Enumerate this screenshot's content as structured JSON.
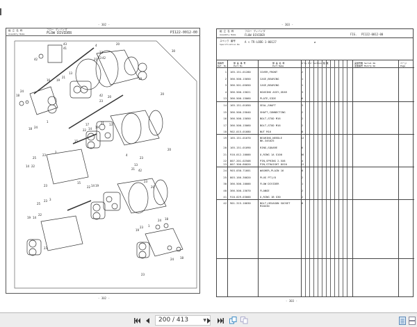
{
  "viewer": {
    "current_page": "200",
    "total_pages": "413",
    "page_indicator": "200 / 413",
    "controls": {
      "first_page": "first-page-icon",
      "prev_page": "prev-page-icon",
      "next_page": "next-page-icon",
      "last_page": "last-page-icon",
      "single_page_view": "single-page-icon",
      "two_page_view": "two-page-icon",
      "list_view": "list-view-icon",
      "thumbnail_view": "thumbnail-view-icon"
    }
  },
  "left_page": {
    "page_number_top": "- 302 -",
    "page_number_bottom": "- 302 -",
    "header": {
      "assembly_label_jp": "組 立 名 称",
      "assembly_label_en": "Assembly   Name",
      "name_jp": "フロー ディバイダ",
      "name_en": "FLOW DIVIDER",
      "code": "PI122-0012-00"
    },
    "callouts": [
      "43",
      "41",
      "42",
      "4",
      "20",
      "23",
      "21",
      "13",
      "42",
      "30",
      "16",
      "19",
      "21",
      "13",
      "19",
      "24",
      "18",
      "42",
      "20",
      "23",
      "20",
      "1",
      "17",
      "24",
      "18",
      "22",
      "14",
      "19",
      "21",
      "13",
      "15",
      "2",
      "25",
      "23",
      "14",
      "22",
      "4",
      "13",
      "21",
      "23",
      "20",
      "42",
      "23",
      "23",
      "20",
      "15",
      "19",
      "14",
      "22",
      "25",
      "23",
      "3",
      "23",
      "23",
      "1",
      "19",
      "24",
      "18",
      "24",
      "18",
      "23"
    ]
  },
  "right_page": {
    "page_number_top": "- 303 -",
    "page_number_bottom": "- 303 -",
    "header": {
      "assembly_label_jp": "組 立 名 称",
      "assembly_label_en": "Assembly Name",
      "name_jp": "フロー ディバイダ",
      "name_en": "FLOW DIVIDER",
      "fig_label": "FIG.",
      "fig_code": "PI122-0012-00",
      "spec_label_jp": "スペック 番号",
      "spec_label_en": "Specification No",
      "spec_value": "A < TR-LODE-1-00127",
      "spec_extra": "≥"
    },
    "columns": {
      "ref_no_jp": "図番号",
      "ref_no_en": "Ref. No",
      "part_no_jp": "部 品 番 号",
      "part_no_en": "Part  No",
      "part_name_jp": "部 品 名 称",
      "part_name_en": "Part Name",
      "qty_header": "Q'ty Per Section 個 数",
      "qty_sub": [
        "A",
        "B",
        "C",
        "D",
        "E",
        "F",
        "G",
        "H",
        "I",
        "J",
        "K",
        "L",
        "M",
        "N"
      ],
      "serial_jp": "実施号機",
      "serial_en": "Serial No",
      "model_jp": "変更番号",
      "model_en": "Modify No",
      "page_jp": "ページ",
      "page_en": "Page"
    },
    "parts": [
      {
        "ref": "1",
        "part_no": "165-151-01280",
        "name": "COVER,FRONT",
        "qty": "2"
      },
      {
        "ref": "2",
        "part_no": "366-500-15050",
        "name": "CASE,BEARING",
        "qty": "1"
      },
      {
        "ref": "3",
        "part_no": "366-501-05050",
        "name": "CASE,BEARING",
        "qty": "1"
      },
      {
        "ref": "4",
        "part_no": "366-500-15021",
        "name": "HOUSING ASSY,GEAR",
        "qty": "3"
      },
      {
        "ref": "13",
        "part_no": "366-500-15060",
        "name": "PLATE,SIDE",
        "qty": "6"
      },
      {
        "ref": "14",
        "part_no": "165-151-01050",
        "name": "SEAL,SHAFT",
        "qty": "3"
      },
      {
        "ref": "15",
        "part_no": "366-500-25040",
        "name": "SHAFT,CONNECTING",
        "qty": "2"
      },
      {
        "ref": "16",
        "part_no": "366-500-15050",
        "name": "BOLT,STUD M16",
        "qty": "2"
      },
      {
        "ref": "17",
        "part_no": "366-500-15060",
        "name": "BOLT,STUD M16",
        "qty": "2"
      },
      {
        "ref": "18",
        "part_no": "902-015-01680",
        "name": "NUT M16",
        "qty": "8"
      },
      {
        "ref": "19",
        "part_no": "165-151-01070",
        "name": "BEARING,NEEDLE",
        "name2": "NK-34S025",
        "qty": "12"
      },
      {
        "ref": "20",
        "part_no": "165-151-01090",
        "name": "RING,SQUARE",
        "qty": "6"
      },
      {
        "ref": "21",
        "part_no": "910-012-10000",
        "name": "O,RING 1A G100",
        "qty": "36"
      },
      {
        "ref": "22",
        "part_no": "807-201-02508",
        "name": "PIN,SPRING 2.5X8",
        "qty": "4"
      },
      {
        "ref": "23",
        "part_no": "807-300-80020",
        "name": "PIN,STRAIGHT 8X20",
        "qty": "12"
      },
      {
        "ref": "24",
        "part_no": "903-030-71601",
        "name": "WASHER,PLAIN 16",
        "qty": "8"
      },
      {
        "ref": "25",
        "part_no": "803-166-30020",
        "name": "PLUG PT1/8",
        "qty": "2"
      },
      {
        "ref": "30",
        "part_no": "366-500-10000",
        "name": "FLOW DIVIDER",
        "qty": "1"
      },
      {
        "ref": "40",
        "part_no": "366-500-15070",
        "name": "FLANGE",
        "qty": "2"
      },
      {
        "ref": "41",
        "part_no": "910-029-03000",
        "name": "O,RING 1B G30",
        "qty": "2"
      },
      {
        "ref": "42",
        "part_no": "901-315-10030",
        "name": "BOLT,HEXAGON SOCKET",
        "name2": "M10X30",
        "qty": "8"
      }
    ]
  }
}
